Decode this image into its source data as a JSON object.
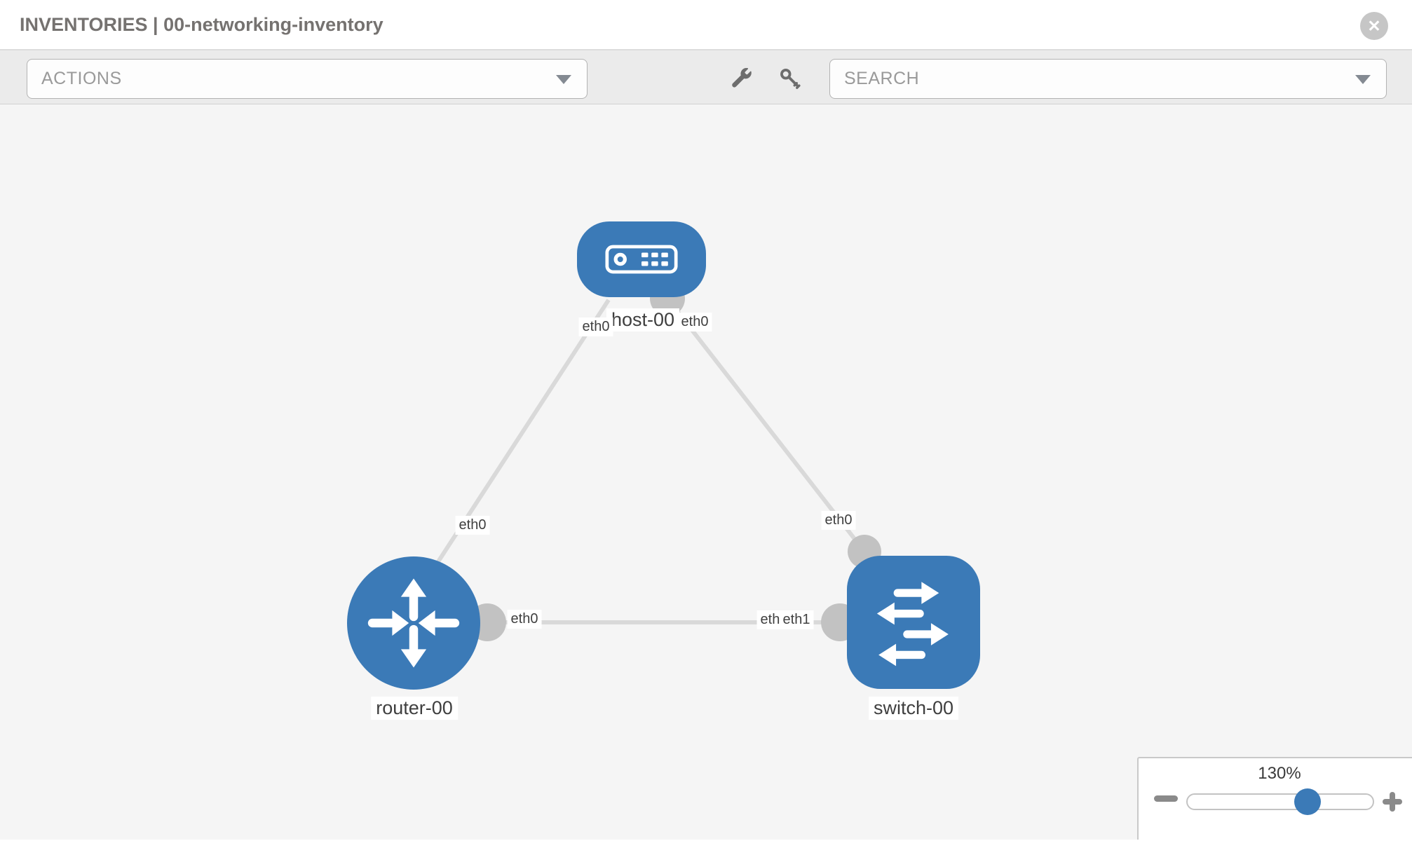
{
  "header": {
    "title": "INVENTORIES | 00-networking-inventory"
  },
  "icons": {
    "close_glyph": "✕",
    "toolbar_icons": [
      "wrench-icon",
      "key-icon"
    ]
  },
  "toolbar": {
    "actions_label": "ACTIONS",
    "search_label": "SEARCH"
  },
  "colors": {
    "node_blue": "#3b7ab7",
    "link_gray": "#d9d9d9",
    "port_gray": "#c2c2c2",
    "canvas_bg": "#f5f5f5",
    "toolbar_bg": "#ebebeb"
  },
  "topology": {
    "nodes": [
      {
        "id": "host-00",
        "type": "host",
        "label": "host-00"
      },
      {
        "id": "router-00",
        "type": "router",
        "label": "router-00"
      },
      {
        "id": "switch-00",
        "type": "switch",
        "label": "switch-00"
      }
    ],
    "links": [
      {
        "from": "host-00",
        "to": "router-00",
        "from_if": "eth0",
        "to_if": "eth0"
      },
      {
        "from": "host-00",
        "to": "switch-00",
        "from_if": "eth0",
        "to_if": "eth0"
      },
      {
        "from": "router-00",
        "to": "switch-00",
        "from_if": "eth0",
        "to_if": "eth1"
      }
    ],
    "overlapped_label_behind_eth1": "eth0"
  },
  "zoom_control": {
    "level": "130%"
  }
}
